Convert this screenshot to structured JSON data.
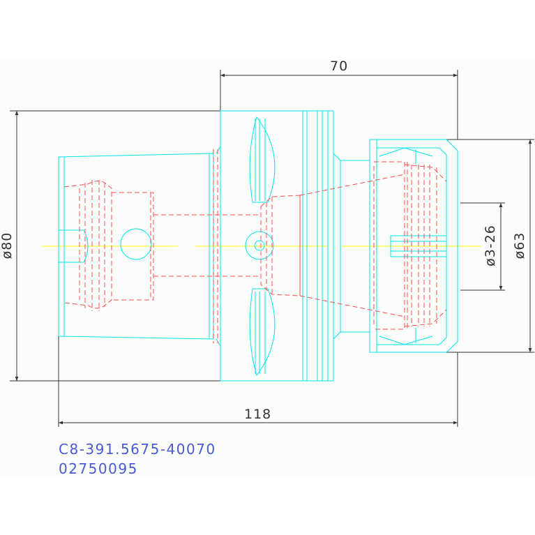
{
  "drawing": {
    "part_number": "C8-391.5675-40070",
    "item_code": "02750095"
  },
  "dimensions": {
    "top_length": "70",
    "overall_length": "118",
    "left_diameter": "ø80",
    "collet_range": "ø3-26",
    "nut_diameter": "ø63"
  },
  "colors": {
    "outline": "#00e5ee",
    "hidden": "#ff4d4d",
    "centerline": "#ffff33",
    "dimension": "#333333",
    "text": "#4b58d6"
  }
}
